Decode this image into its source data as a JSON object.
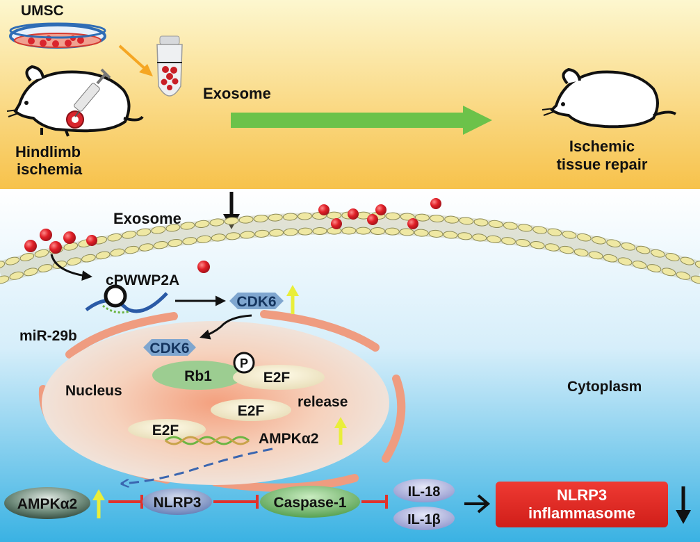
{
  "labels": {
    "umsc": "UMSC",
    "hindlimb_line1": "Hindlimb",
    "hindlimb_line2": "ischemia",
    "exosome_top": "Exosome",
    "repair_line1": "Ischemic",
    "repair_line2": "tissue repair",
    "exosome_membrane": "Exosome",
    "cpwwp2a": "cPWWP2A",
    "mir29b": "miR-29b",
    "cdk6_cyto": "CDK6",
    "cdk6_nuc": "CDK6",
    "phospho": "P",
    "rb1": "Rb1",
    "e2f_1": "E2F",
    "e2f_2": "E2F",
    "e2f_3": "E2F",
    "release": "release",
    "nucleus": "Nucleus",
    "cytoplasm": "Cytoplasm",
    "ampka2_gene": "AMPKα2",
    "ampka2_protein": "AMPKα2",
    "nlrp3": "NLRP3",
    "caspase1": "Caspase-1",
    "il18": "IL-18",
    "il1b": "IL-1β",
    "inflammasome_line1": "NLRP3",
    "inflammasome_line2": "inflammasome"
  },
  "colors": {
    "top_panel_light": "#fdf6c8",
    "top_panel_dark": "#f6c045",
    "cell_light": "#ffffff",
    "cell_dark": "#3cb3e4",
    "exosome_red": "#d91c24",
    "green_arrow": "#6cc24a",
    "orange_arrow": "#f5a623",
    "up_arrow_yellow": "#e9ee3a",
    "inhibit_red": "#e0322b",
    "inflammasome_red": "#e3261f",
    "cdk6_blue": "#7fa6cf",
    "nlrp3_blue": "#6f8fc3",
    "caspase_green": "#6fb36a",
    "il_purple": "#9aa0d2",
    "ampk_dark": "#3f5c4f",
    "rb1_green": "#9ccd91",
    "e2f_cream": "#f3eacb",
    "nucleus_orange": "#f0b89c",
    "membrane_yellow": "#efe8a3"
  }
}
